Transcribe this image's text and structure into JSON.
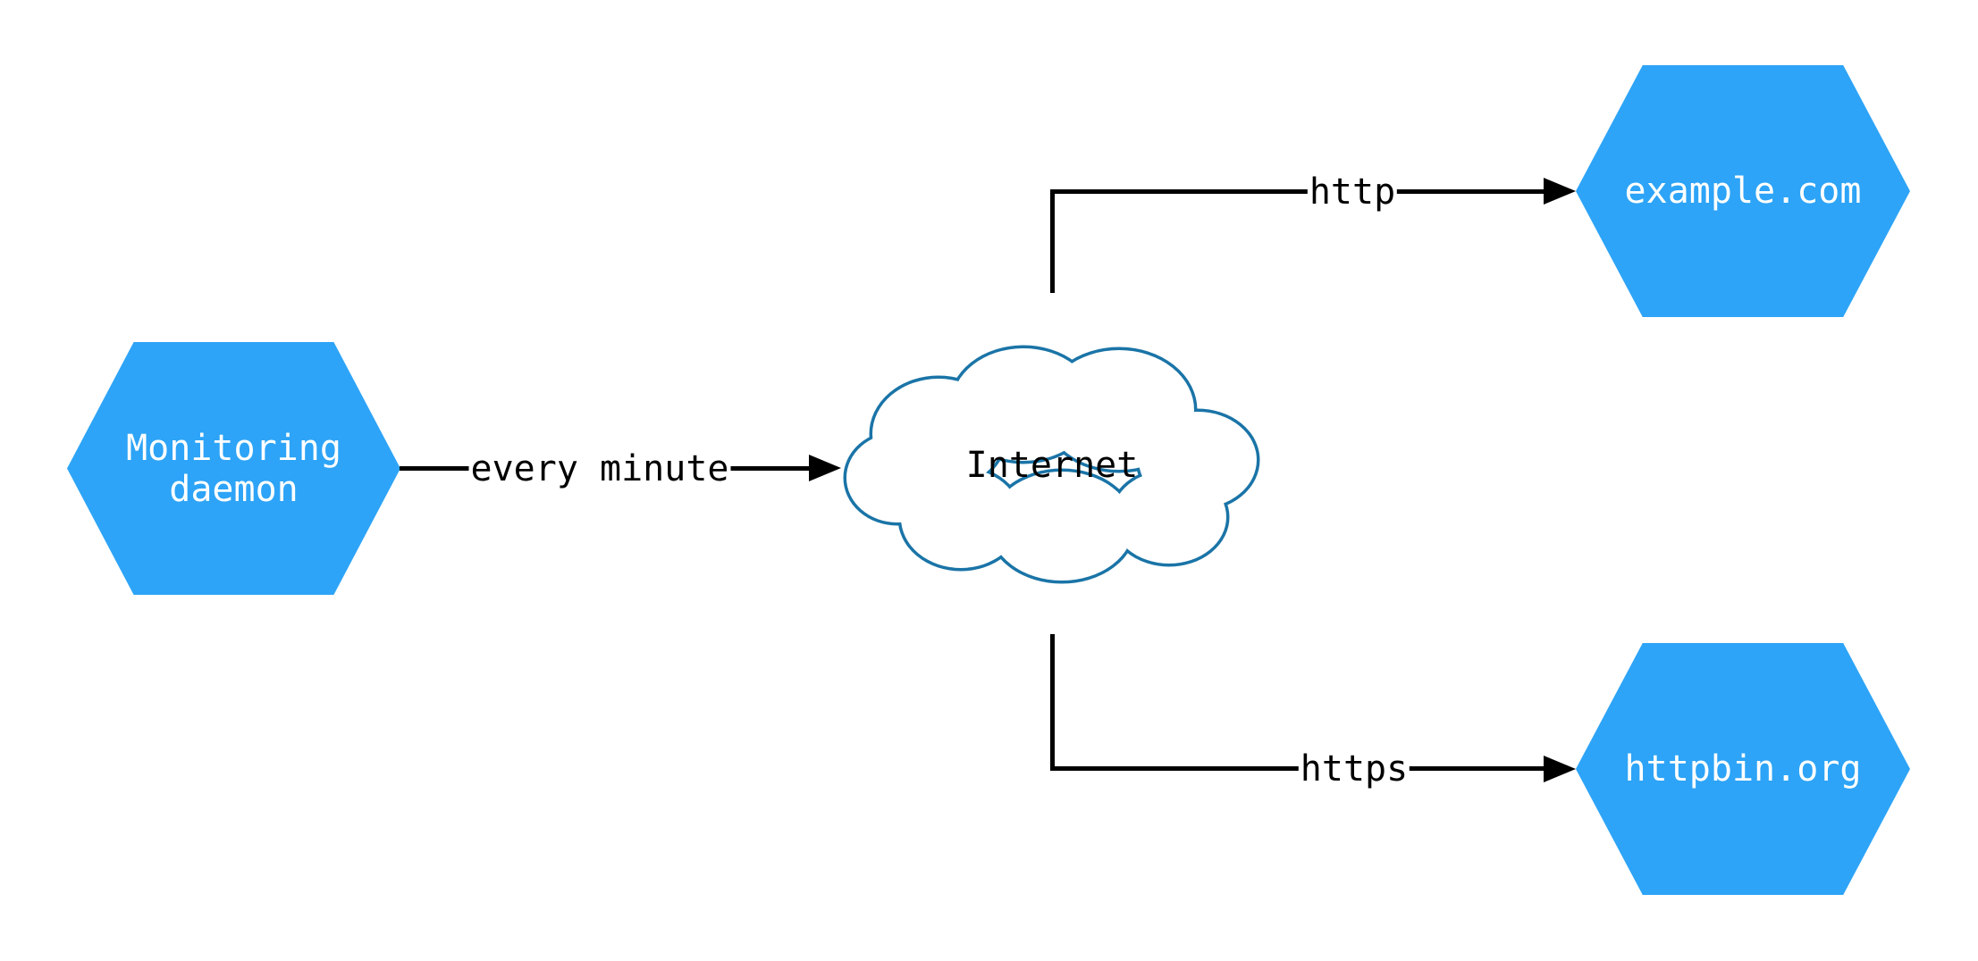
{
  "diagram": {
    "title": "monitoring-network-diagram",
    "colors": {
      "background": "#ffffff",
      "hexagon_fill": "#2da4f7",
      "hexagon_text": "#ffffff",
      "cloud_stroke": "#1a74a7",
      "cloud_fill": "#ffffff",
      "edge_color": "#000000",
      "edge_label_color": "#000000"
    },
    "nodes": {
      "monitoring_daemon": {
        "type": "hexagon",
        "label": "Monitoring daemon",
        "line1": "Monitoring",
        "line2": "daemon"
      },
      "internet": {
        "type": "cloud",
        "label": "Internet"
      },
      "example_com": {
        "type": "hexagon",
        "label": "example.com"
      },
      "httpbin_org": {
        "type": "hexagon",
        "label": "httpbin.org"
      }
    },
    "edges": [
      {
        "from": "monitoring_daemon",
        "to": "internet",
        "label": "every minute"
      },
      {
        "from": "internet",
        "to": "example_com",
        "label": "http"
      },
      {
        "from": "internet",
        "to": "httpbin_org",
        "label": "https"
      }
    ]
  }
}
